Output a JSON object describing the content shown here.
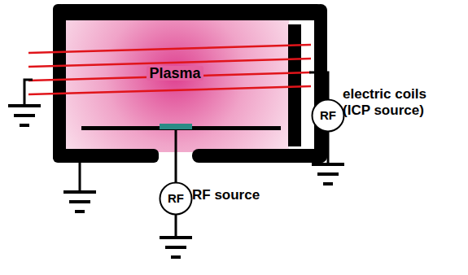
{
  "diagram": {
    "nodes": [
      {
        "text": [
          "RF",
          "electric coils (ICP source)"
        ]
      },
      {
        "text": [
          "RF",
          "RF source"
        ]
      }
    ],
    "labels": [
      "Plasma"
    ]
  }
}
